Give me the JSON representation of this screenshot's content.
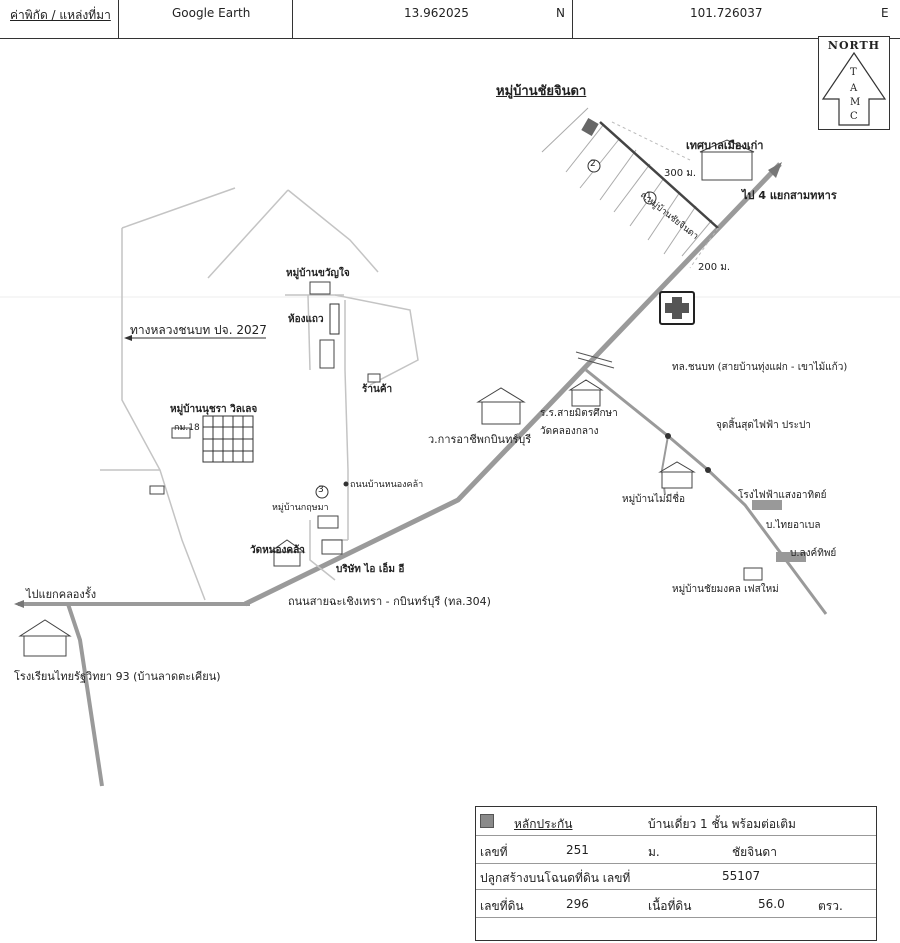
{
  "header": {
    "label": "ค่าพิกัด / แหล่งที่มา",
    "source": "Google Earth",
    "lat": "13.962025",
    "lat_dir": "N",
    "lon": "101.726037",
    "lon_dir": "E"
  },
  "north": {
    "word": "NORTH",
    "letters": [
      "T",
      "A",
      "M",
      "C"
    ]
  },
  "labels": {
    "village_top": "หมู่บ้านชัยจินดา",
    "municipality": "เทศบาลเมืองเก่า",
    "to_4way": "ไป 4 แยกสามทหาร",
    "dist_300": "300 ม.",
    "dist_200": "200 ม.",
    "soi_road": "ถ.หมู่บ้านชัยจินดา",
    "num_1": "1",
    "num_2": "2",
    "num_3": "3",
    "village_kwanjai": "หมู่บ้านขวัญใจ",
    "townhouse": "ห้องแถว",
    "rural_road": "ทางหลวงชนบท ปจ. 2027",
    "shop": "ร้านค้า",
    "village_nutsara": "หมู่บ้านนุชรา วิลเลจ",
    "km18": "กม.18",
    "school_vocational": "ร.ร.สายมิตรศึกษา",
    "college": "ว.การอาชีพกบินทร์บุรี",
    "wat_klong": "วัดคลองกลาง",
    "rural_road2": "ทล.ชนบท (สายบ้านทุ่งแฝก - เขาไม้แก้ว)",
    "power_end": "จุดสิ้นสุดไฟฟ้า ประปา",
    "power_plant": "โรงไฟฟ้าแสงอาทิตย์",
    "bthai": "บ.ไทยอาเบล",
    "bsongthip": "บ.ลงค์ทิพย์",
    "village_mai": "หมู่บ้านไม่มีชื่อ",
    "village_chaimongkol": "หมู่บ้านชัยมงคล เฟสใหม่",
    "nongkla_road": "ถนนบ้านหนองคล้า",
    "village_kutsuma": "หมู่บ้านกฤษมา",
    "wat_nongkla": "วัดหนองคล้า",
    "company": "บริษัท ไอ เอ็ม อี",
    "main_road": "ถนนสายฉะเชิงเทรา - กบินทร์บุรี (ทล.304)",
    "to_klongrung": "ไปแยกคลองรั้ง",
    "school_bottom": "โรงเรียนไทยรัฐวิทยา 93 (บ้านลาดตะเคียน)"
  },
  "info_box": {
    "collateral_label": "หลักประกัน",
    "house_type": "บ้านเดี่ยว 1 ชั้น พร้อมต่อเติม",
    "number_label": "เลขที่",
    "number_value": "251",
    "moo_label": "ม.",
    "moo_value": "ชัยจินดา",
    "deed_label": "ปลูกสร้างบนโฉนดที่ดิน เลขที่",
    "deed_value": "55107",
    "land_no_label": "เลขที่ดิน",
    "land_no_value": "296",
    "area_label": "เนื้อที่ดิน",
    "area_value": "56.0",
    "area_unit": "ตรว."
  }
}
